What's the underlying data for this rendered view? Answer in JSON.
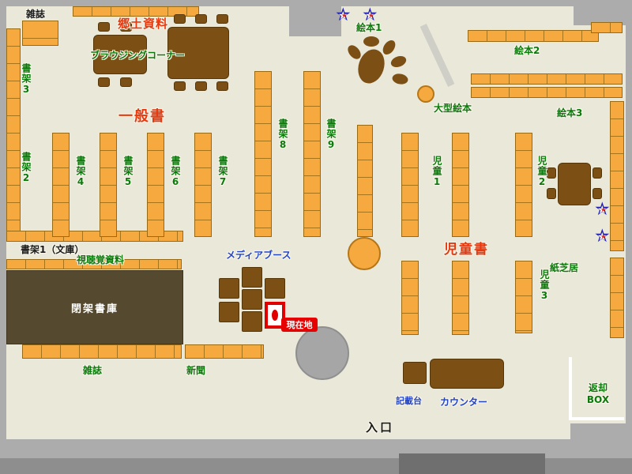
{
  "colors": {
    "floor": "#EAE8D9",
    "wall_gray": "#ACACAC",
    "shelf_orange": "#F5A93E",
    "table_brown": "#7C4F14",
    "closed_stack_brown": "#55492F",
    "label_green": "#0A7A0A",
    "label_red": "#E8380D",
    "label_blue": "#2244CC",
    "current_location_red": "#E60000",
    "star_blue": "#2020B8"
  },
  "labels": {
    "magazines_top": "雑誌",
    "local_materials": "郷土資料",
    "browsing_corner": "ブラウジングコーナー",
    "shelf_3": "書架3",
    "shelf_2": "書架2",
    "general_books": "一般書",
    "shelf_4": "書架4",
    "shelf_5": "書架5",
    "shelf_6": "書架6",
    "shelf_7": "書架7",
    "shelf_8": "書架8",
    "shelf_9": "書架9",
    "shelf_1_bunko": "書架1（文庫）",
    "audiovisual": "視聴覚資料",
    "closed_stacks": "閉架書庫",
    "magazines_bottom": "雑誌",
    "newspapers": "新聞",
    "media_booth": "メディアブース",
    "current_location": "現在地",
    "entrance": "入口",
    "picture_books_1": "絵本1",
    "picture_books_2": "絵本2",
    "large_picture_books": "大型絵本",
    "picture_books_3": "絵本3",
    "children_1": "児童1",
    "children_2": "児童2",
    "children_3": "児童3",
    "children_books": "児童書",
    "kamishibai": "紙芝居",
    "writing_desk": "記載台",
    "counter": "カウンター",
    "return_box_line1": "返却",
    "return_box_line2": "BOX",
    "star": "★"
  }
}
